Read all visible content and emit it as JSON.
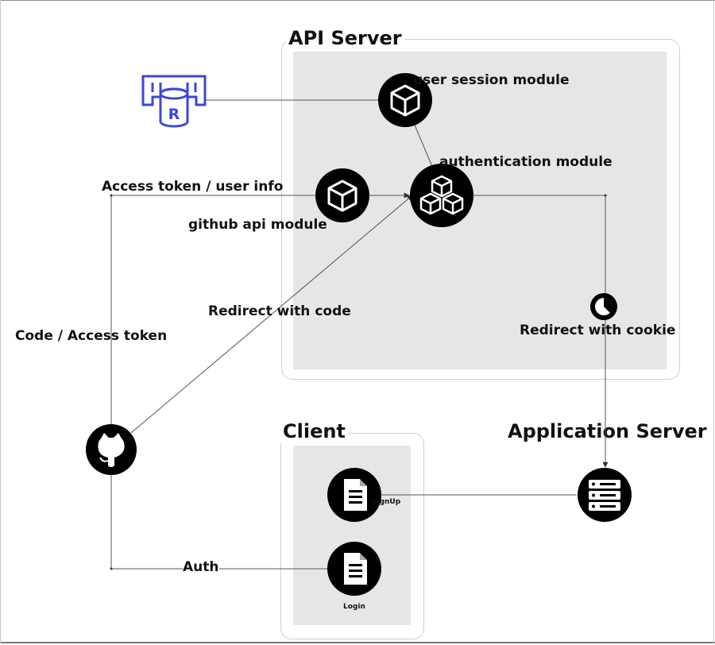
{
  "groups": {
    "api_server": "API Server",
    "client": "Client",
    "application_server": "Application Server"
  },
  "nodes": {
    "user_session_module": "user session module",
    "authentication_module": "authentication module",
    "github_api_module": "github api module",
    "signup": "SignUp",
    "login": "Login"
  },
  "edges": {
    "access_token_user_info": "Access token / user info",
    "redirect_with_code": "Redirect with code",
    "code_access_token": "Code / Access token",
    "redirect_with_cookie": "Redirect with cookie",
    "auth": "Auth"
  },
  "colors": {
    "redis_icon": "#3d46d9",
    "group_fill": "#e6e6e8",
    "node_fill": "#000000",
    "edge": "#555555"
  },
  "icons": {
    "redis": "redis-database-icon",
    "user_session": "cube-icon",
    "github_api": "cube-icon",
    "authentication": "cubes-icon",
    "github": "github-icon",
    "cookie": "clock-icon",
    "application_server": "server-icon",
    "signup": "document-icon",
    "login": "document-icon"
  }
}
